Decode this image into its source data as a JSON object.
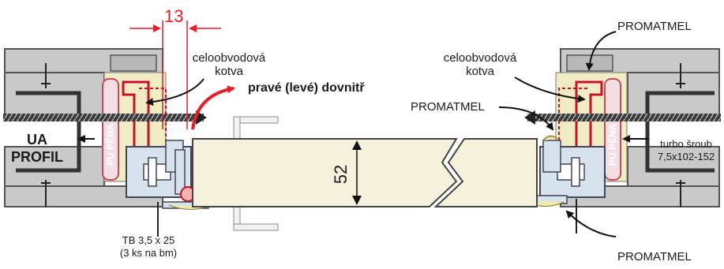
{
  "labels": {
    "dim_gap": "13",
    "dim_thickness": "52",
    "anchor_left": [
      "celoobvodová",
      "kotva"
    ],
    "anchor_right": [
      "celoobvodová",
      "kotva"
    ],
    "opening_direction": "pravé (levé) dovnitř",
    "promatmel_top": "PROMATMEL",
    "promatmel_mid": "PROMATMEL",
    "promatmel_bottom": "PROMATMEL",
    "profile": [
      "UA",
      "PROFIL"
    ],
    "foam_left": "PU PĚNA",
    "foam_right": "PU PĚNA",
    "turbo_screw": [
      "turbo šroub",
      "7,5x102-152"
    ],
    "screw_tb": [
      "TB 3,5 x 25",
      "(3 ks na bm)"
    ]
  },
  "colors": {
    "wall": "#c9c9c9",
    "wall_stroke": "#555555",
    "foam": "#f3dfe3",
    "profile_fill": "#d6e3ec",
    "seal_yellow": "#f1e8b0",
    "door_leaf": "#f5f1dc",
    "anchor_red": "#c8102e",
    "accent_red": "#e0202a"
  }
}
